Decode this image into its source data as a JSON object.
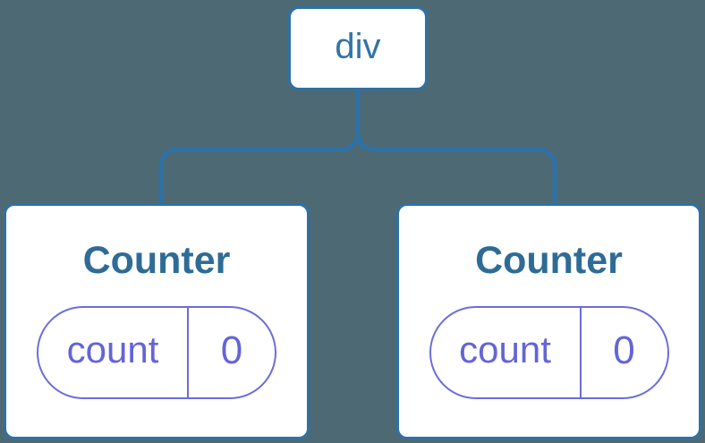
{
  "colors": {
    "background": "#4d6974",
    "node_fill": "#ffffff",
    "node_border": "#2e71a5",
    "connector_line": "#2e71a5",
    "root_label_text": "#3274a6",
    "card_title_text": "#2e6c96",
    "state_pill_border": "#6c6cdc",
    "state_pill_text": "#6464d8"
  },
  "tree": {
    "root": {
      "label": "div"
    },
    "children": [
      {
        "title": "Counter",
        "state": {
          "key": "count",
          "value": "0"
        }
      },
      {
        "title": "Counter",
        "state": {
          "key": "count",
          "value": "0"
        }
      }
    ]
  }
}
